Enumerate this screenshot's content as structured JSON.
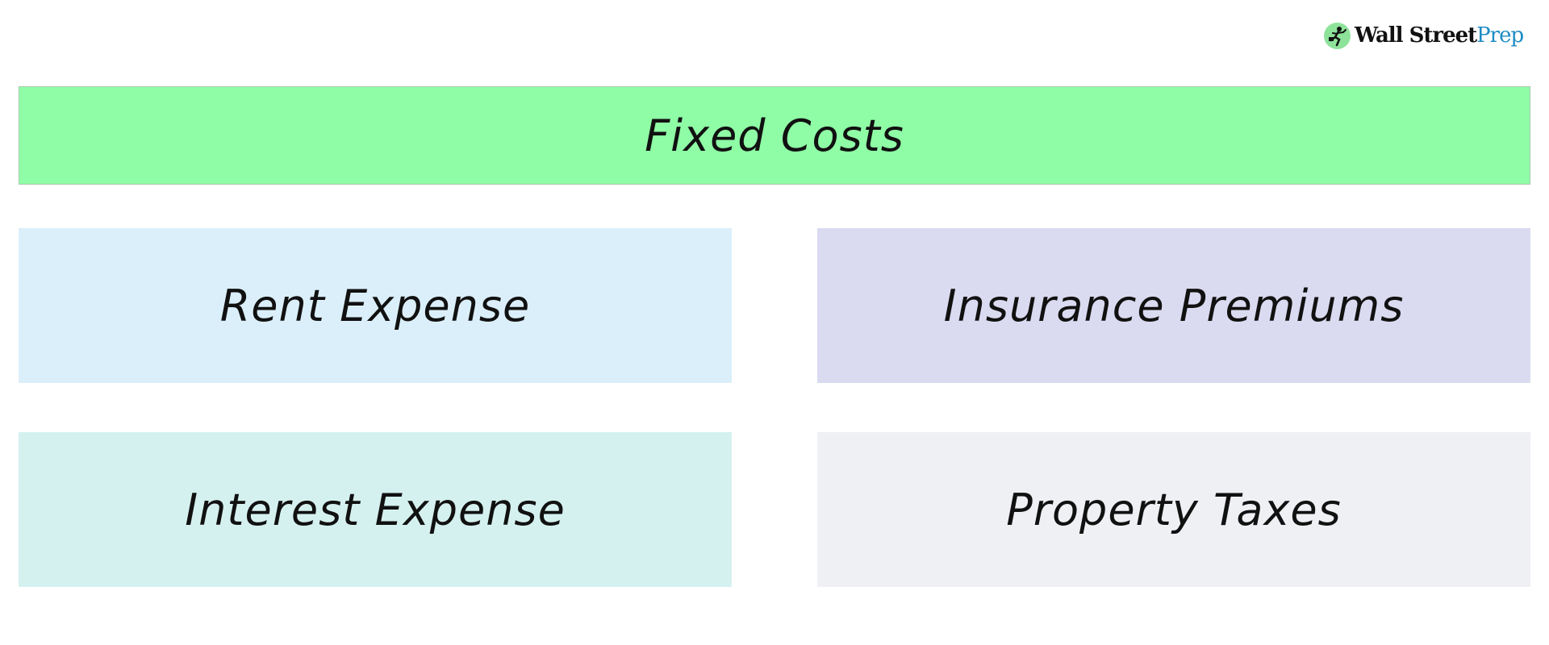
{
  "logo": {
    "icon": "running-businessman-icon",
    "text_primary": "Wall Street",
    "text_accent": "Prep",
    "accent_color": "#1d8cc4",
    "icon_bg_color": "#8ee39a"
  },
  "diagram": {
    "title": {
      "label": "Fixed Costs",
      "color": "#8ffda6"
    },
    "items": [
      {
        "label": "Rent Expense",
        "color": "#dbeffa"
      },
      {
        "label": "Insurance Premiums",
        "color": "#dadaf0"
      },
      {
        "label": "Interest Expense",
        "color": "#d5f1ef"
      },
      {
        "label": "Property Taxes",
        "color": "#eff0f4"
      }
    ]
  }
}
